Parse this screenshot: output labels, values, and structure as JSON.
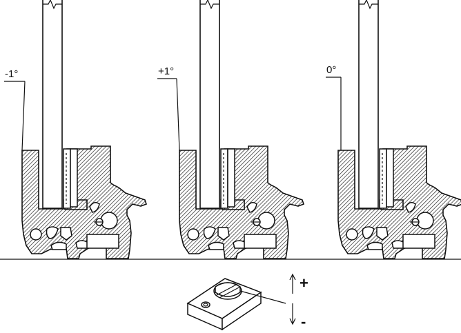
{
  "diagram": {
    "profiles": [
      {
        "id": "minus-one",
        "angle_label": "-1°"
      },
      {
        "id": "plus-one",
        "angle_label": "+1°"
      },
      {
        "id": "zero",
        "angle_label": "0°"
      }
    ],
    "adjuster": {
      "plus_label": "+",
      "minus_label": "-"
    }
  }
}
